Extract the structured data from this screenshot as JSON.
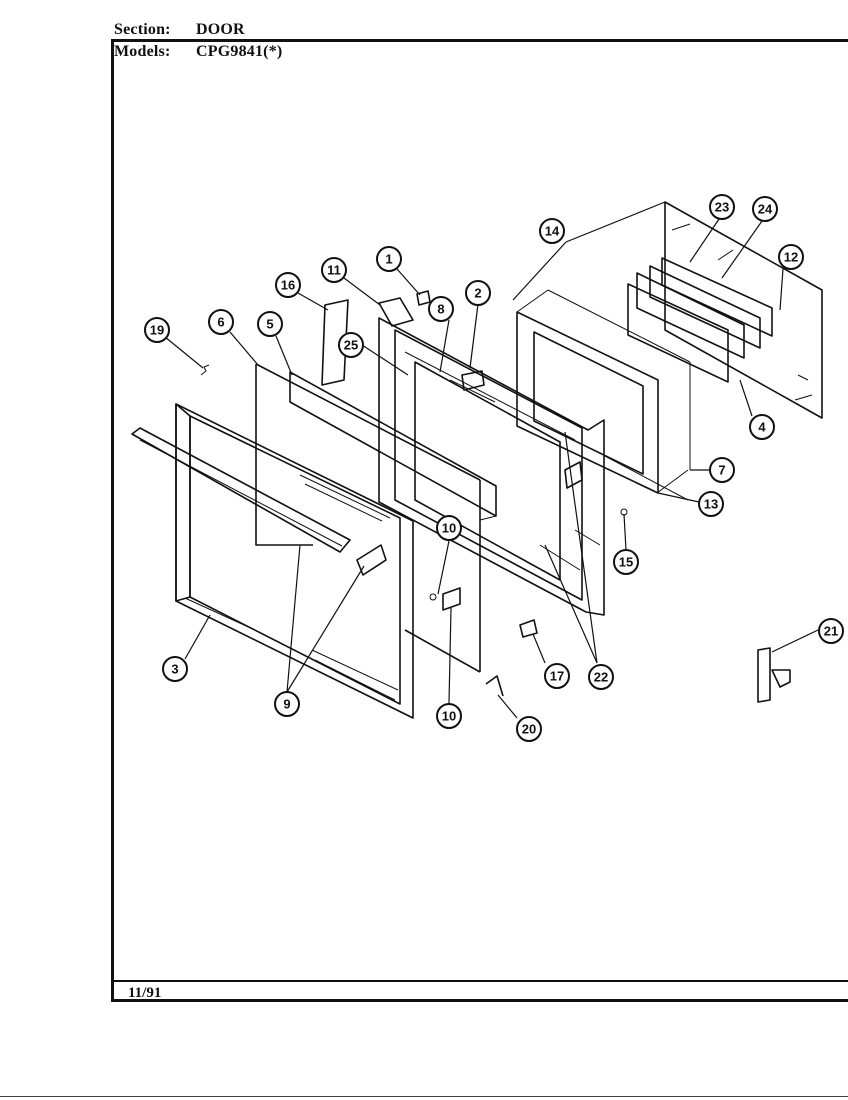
{
  "header": {
    "section_label": "Section:",
    "section_value": "DOOR",
    "models_label": "Models:",
    "models_value": "CPG9841(*)"
  },
  "footer": {
    "date": "11/91"
  },
  "callouts": [
    "1",
    "2",
    "3",
    "4",
    "5",
    "6",
    "7",
    "8",
    "9",
    "10",
    "10",
    "11",
    "12",
    "13",
    "14",
    "15",
    "16",
    "17",
    "19",
    "20",
    "21",
    "22",
    "23",
    "24",
    "25"
  ]
}
